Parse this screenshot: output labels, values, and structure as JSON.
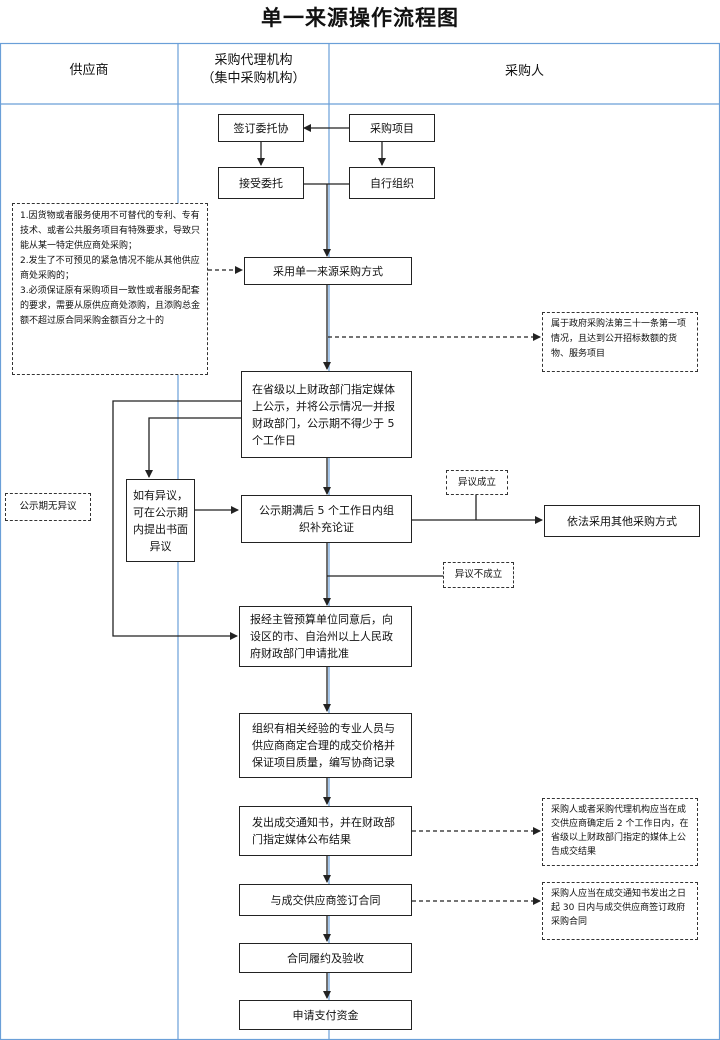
{
  "title": "单一来源操作流程图",
  "lanes": {
    "supplier": "供应商",
    "agency_line1": "采购代理机构",
    "agency_line2": "（集中采购机构）",
    "purchaser": "采购人"
  },
  "nodes": {
    "sign_entrust": "签订委托协",
    "purchase_project": "采购项目",
    "accept_entrust": "接受委托",
    "self_organize": "自行组织",
    "use_single_source": "采用单一来源采购方式",
    "publicize": "在省级以上财政部门指定媒体上公示，并将公示情况一并报财政部门，公示期不得少于 5 个工作日",
    "objection_submit": "如有异议，可在公示期内提出书面异议",
    "no_objection": "公示期无异议",
    "expert_review": "公示期满后 5 个工作日内组织补充论证",
    "objection_upheld": "异议成立",
    "other_method": "依法采用其他采购方式",
    "objection_rejected": "异议不成立",
    "approval": "报经主管预算单位同意后，向设区的市、自治州以上人民政府财政部门申请批准",
    "negotiate": "组织有相关经验的专业人员与供应商商定合理的成交价格并保证项目质量，编写协商记录",
    "notice": "发出成交通知书，并在财政部门指定媒体公布结果",
    "sign_contract": "与成交供应商签订合同",
    "perform": "合同履约及验收",
    "payment": "申请支付资金"
  },
  "notes": {
    "conditions": [
      "1.因货物或者服务使用不可替代的专利、专有技术、或者公共服务项目有特殊要求，导致只能从某一特定供应商处采购；",
      "2.发生了不可预见的紧急情况不能从其他供应商处采购的；",
      "3.必须保证原有采购项目一致性或者服务配套的要求，需要从原供应商处添购，且添购总金额不超过原合同采购金额百分之十的"
    ],
    "law_clause": "属于政府采购法第三十一条第一项情况，且达到公开招标数额的货物、服务项目",
    "announce_result": "采购人或者采购代理机构应当在成交供应商确定后 2 个工作日内，在省级以上财政部门指定的媒体上公告成交结果",
    "contract_deadline": "采购人应当在成交通知书发出之日起 30 日内与成交供应商签订政府采购合同"
  },
  "colors": {
    "lane_line": "#6a9fd8",
    "border": "#222222"
  }
}
